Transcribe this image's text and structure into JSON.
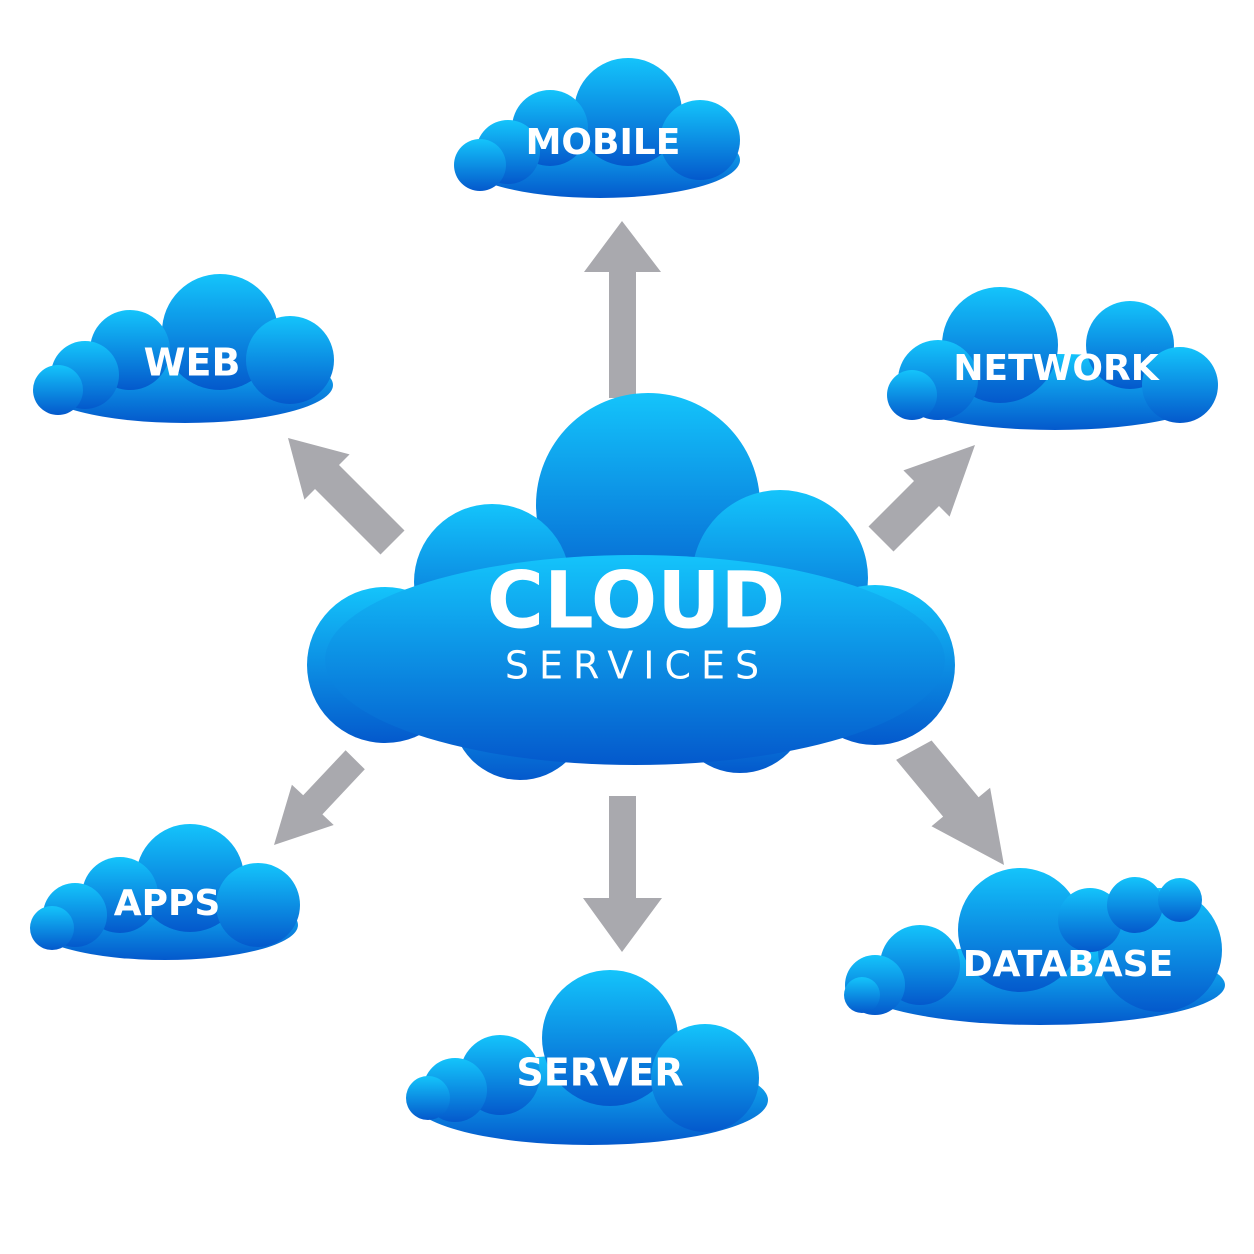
{
  "colors": {
    "cloud_top": "#14c4fb",
    "cloud_bottom": "#0459cc",
    "arrow": "#a9a9ae",
    "text": "#ffffff",
    "background": "#ffffff"
  },
  "center": {
    "title": "CLOUD",
    "subtitle": "SERVICES",
    "icon": "cloud-icon"
  },
  "nodes": [
    {
      "id": "mobile",
      "label": "MOBILE",
      "icon": "cloud-icon"
    },
    {
      "id": "web",
      "label": "WEB",
      "icon": "cloud-icon"
    },
    {
      "id": "network",
      "label": "NETWORK",
      "icon": "cloud-icon"
    },
    {
      "id": "apps",
      "label": "APPS",
      "icon": "cloud-icon"
    },
    {
      "id": "server",
      "label": "SERVER",
      "icon": "cloud-icon"
    },
    {
      "id": "database",
      "label": "DATABASE",
      "icon": "cloud-icon"
    }
  ],
  "edges": [
    {
      "from": "center",
      "to": "mobile"
    },
    {
      "from": "center",
      "to": "web"
    },
    {
      "from": "center",
      "to": "network"
    },
    {
      "from": "center",
      "to": "apps"
    },
    {
      "from": "center",
      "to": "server"
    },
    {
      "from": "center",
      "to": "database"
    }
  ]
}
